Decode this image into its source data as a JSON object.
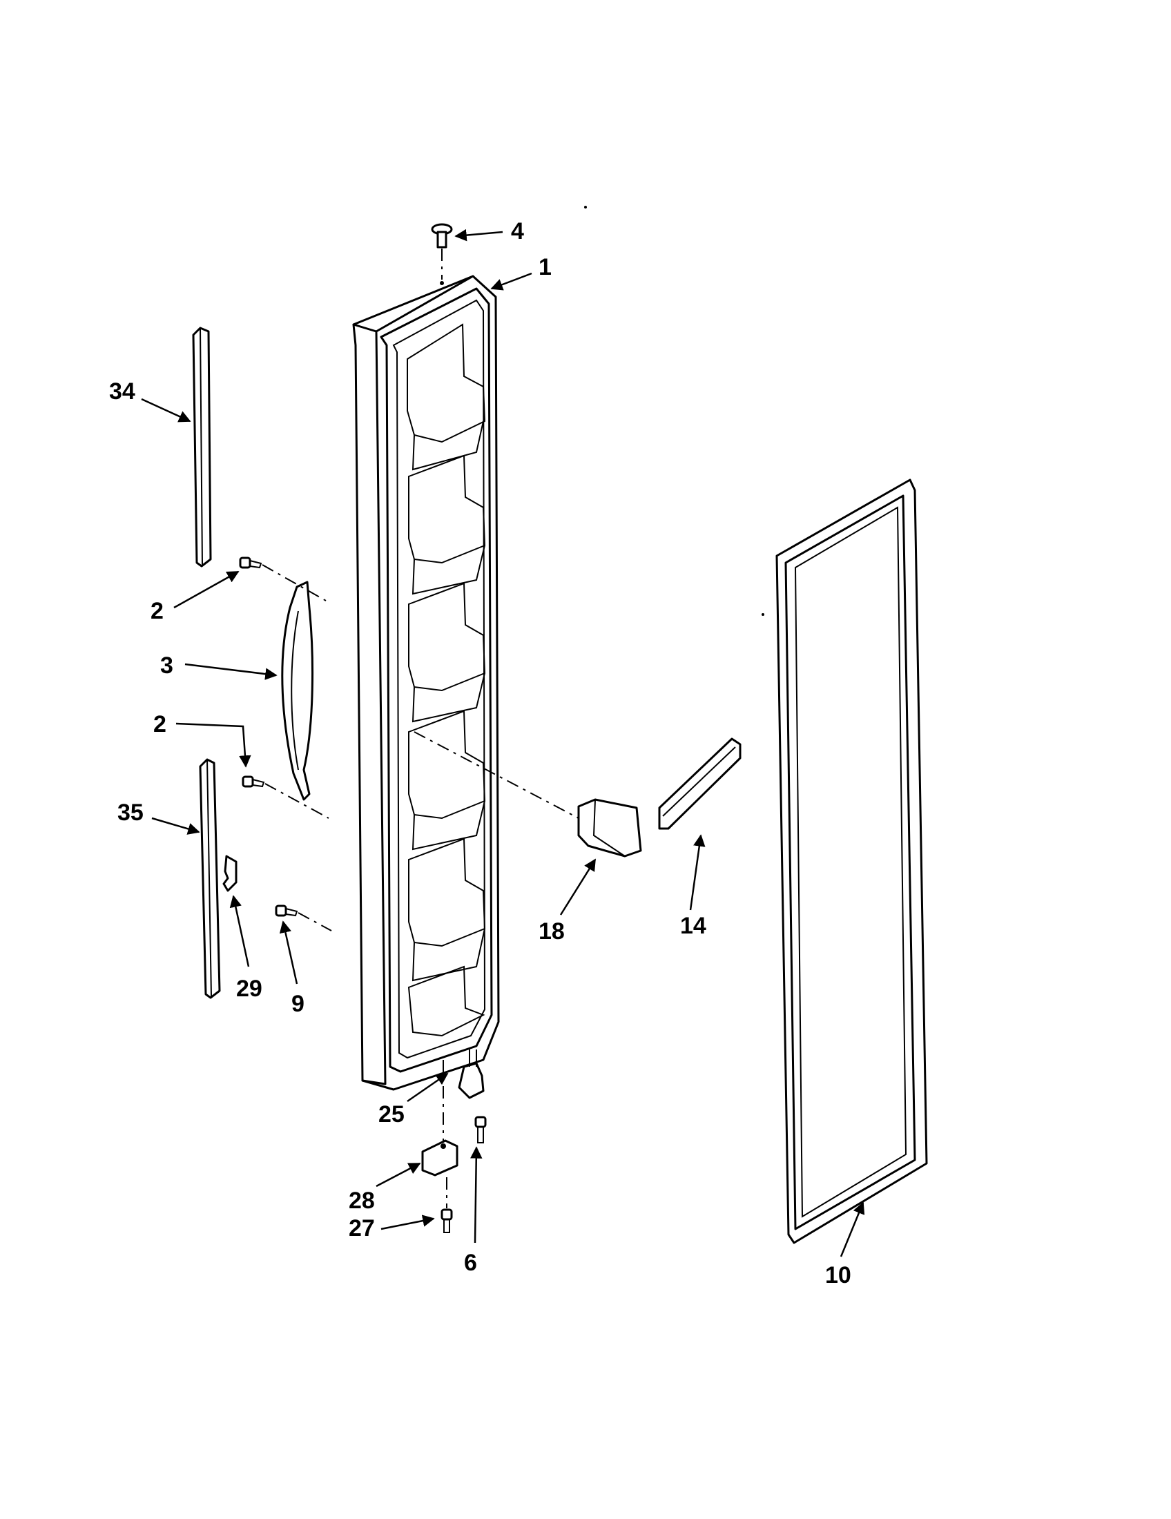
{
  "diagram": {
    "callouts": [
      {
        "id": "c4",
        "label": "4"
      },
      {
        "id": "c1",
        "label": "1"
      },
      {
        "id": "c34",
        "label": "34"
      },
      {
        "id": "c2a",
        "label": "2"
      },
      {
        "id": "c3",
        "label": "3"
      },
      {
        "id": "c2b",
        "label": "2"
      },
      {
        "id": "c35",
        "label": "35"
      },
      {
        "id": "c29",
        "label": "29"
      },
      {
        "id": "c9",
        "label": "9"
      },
      {
        "id": "c18",
        "label": "18"
      },
      {
        "id": "c14",
        "label": "14"
      },
      {
        "id": "c25",
        "label": "25"
      },
      {
        "id": "c28",
        "label": "28"
      },
      {
        "id": "c27",
        "label": "27"
      },
      {
        "id": "c6",
        "label": "6"
      },
      {
        "id": "c10",
        "label": "10"
      }
    ]
  }
}
